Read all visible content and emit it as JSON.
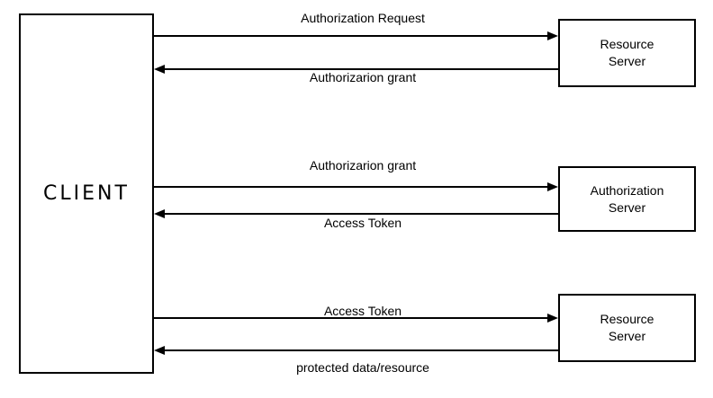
{
  "client": {
    "label": "CLIENT"
  },
  "flows": [
    {
      "server_label": "Resource\nServer",
      "request_label": "Authorization Request",
      "response_label": "Authorizarion grant"
    },
    {
      "server_label": "Authorization\nServer",
      "request_label": "Authorizarion grant",
      "response_label": "Access Token"
    },
    {
      "server_label": "Resource\nServer",
      "request_label": "Access Token",
      "response_label": "protected data/resource"
    }
  ],
  "colors": {
    "stroke": "#000000",
    "background": "#ffffff",
    "text": "#000000"
  }
}
